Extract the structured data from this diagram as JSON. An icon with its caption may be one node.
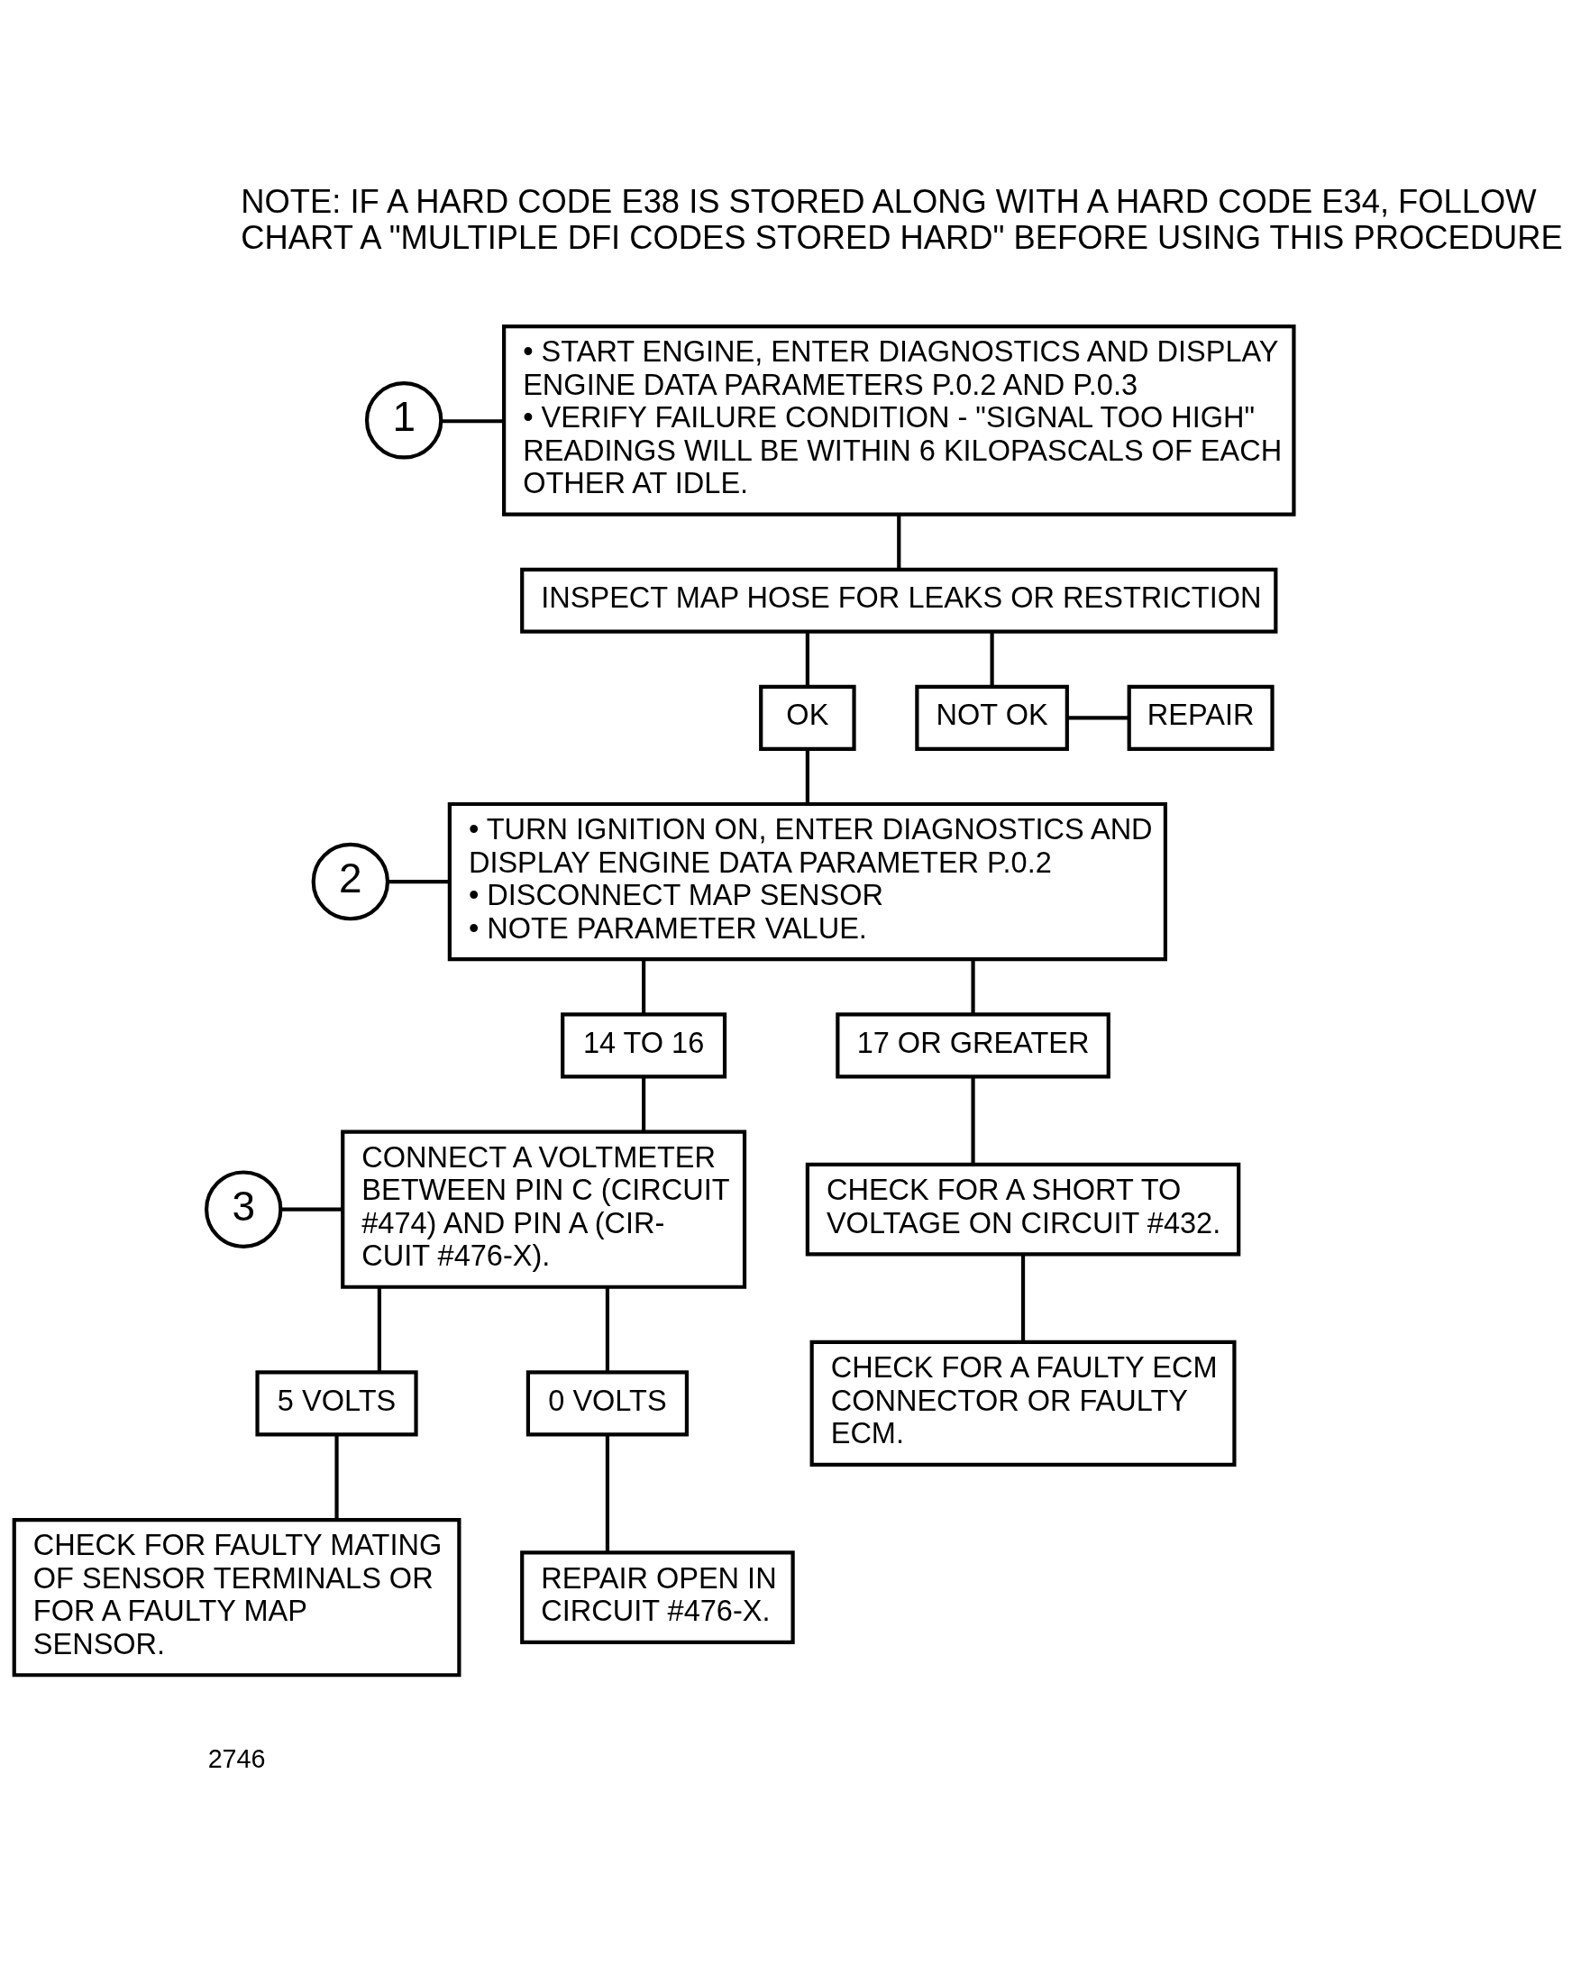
{
  "diagram": {
    "nodes": [
      {
        "text": [
          "1"
        ]
      },
      {
        "text": [
          "• START ENGINE, ENTER DIAGNOSTICS AND DISPLAY ENGINE DATA PARAMETERS P.0.2 AND P.0.3",
          "• VERIFY FAILURE CONDITION - \"SIGNAL TOO HIGH\" READINGS WILL BE WITHIN 6 KILOPASCALS OF EACH OTHER AT IDLE."
        ]
      },
      {
        "text": [
          "INSPECT MAP HOSE FOR LEAKS OR RESTRICTION"
        ]
      },
      {
        "text": [
          "OK"
        ]
      },
      {
        "text": [
          "NOT OK"
        ]
      },
      {
        "text": [
          "REPAIR"
        ]
      },
      {
        "text": [
          "2"
        ]
      },
      {
        "text": [
          "• TURN IGNITION ON, ENTER DIAGNOSTICS AND DISPLAY ENGINE DATA PARAMETER P.0.2",
          "• DISCONNECT MAP SENSOR",
          "• NOTE PARAMETER VALUE."
        ]
      },
      {
        "text": [
          "14 TO 16"
        ]
      },
      {
        "text": [
          "17 OR GREATER"
        ]
      },
      {
        "text": [
          "3"
        ]
      },
      {
        "text": [
          "CONNECT A VOLTMETER BETWEEN PIN C (CIRCUIT #474) AND PIN A (CIR- CUIT #476-X)."
        ]
      },
      {
        "text": [
          "CHECK FOR A SHORT TO VOLTAGE ON CIRCUIT #432."
        ]
      },
      {
        "text": [
          "5 VOLTS"
        ]
      },
      {
        "text": [
          "0 VOLTS"
        ]
      },
      {
        "text": [
          "CHECK FOR A FAULTY ECM CONNECTOR OR FAULTY ECM."
        ]
      },
      {
        "text": [
          "CHECK FOR FAULTY MATING OF SENSOR TERMINALS OR FOR A FAULTY MAP SENSOR."
        ]
      },
      {
        "text": [
          "REPAIR OPEN IN CIRCUIT #476-X."
        ]
      }
    ],
    "edges": [
      {
        "from": 0,
        "to": 1,
        "arrow": "none"
      },
      {
        "from": 1,
        "to": 2,
        "arrow": "none"
      },
      {
        "from": 2,
        "to": 3,
        "arrow": "none"
      },
      {
        "from": 2,
        "to": 4,
        "arrow": "none"
      },
      {
        "from": 4,
        "to": 5,
        "arrow": "none"
      },
      {
        "from": 3,
        "to": 7,
        "arrow": "none"
      },
      {
        "from": 6,
        "to": 7,
        "arrow": "none"
      },
      {
        "from": 7,
        "to": 8,
        "arrow": "none"
      },
      {
        "from": 7,
        "to": 9,
        "arrow": "none"
      },
      {
        "from": 10,
        "to": 11,
        "arrow": "none"
      },
      {
        "from": 8,
        "to": 11,
        "arrow": "none"
      },
      {
        "from": 9,
        "to": 12,
        "arrow": "none"
      },
      {
        "from": 11,
        "to": 13,
        "arrow": "none"
      },
      {
        "from": 11,
        "to": 14,
        "arrow": "none"
      },
      {
        "from": 12,
        "to": 15,
        "arrow": "none"
      },
      {
        "from": 13,
        "to": 16,
        "arrow": "none"
      },
      {
        "from": 14,
        "to": 17,
        "arrow": "none"
      }
    ],
    "labels": [
      "NOTE: IF A HARD CODE E38 IS STORED ALONG WITH A HARD CODE E34, FOLLOW CHART A \"MULTIPLE DFI CODES STORED HARD\" BEFORE USING THIS PROCEDURE",
      "2746"
    ]
  }
}
